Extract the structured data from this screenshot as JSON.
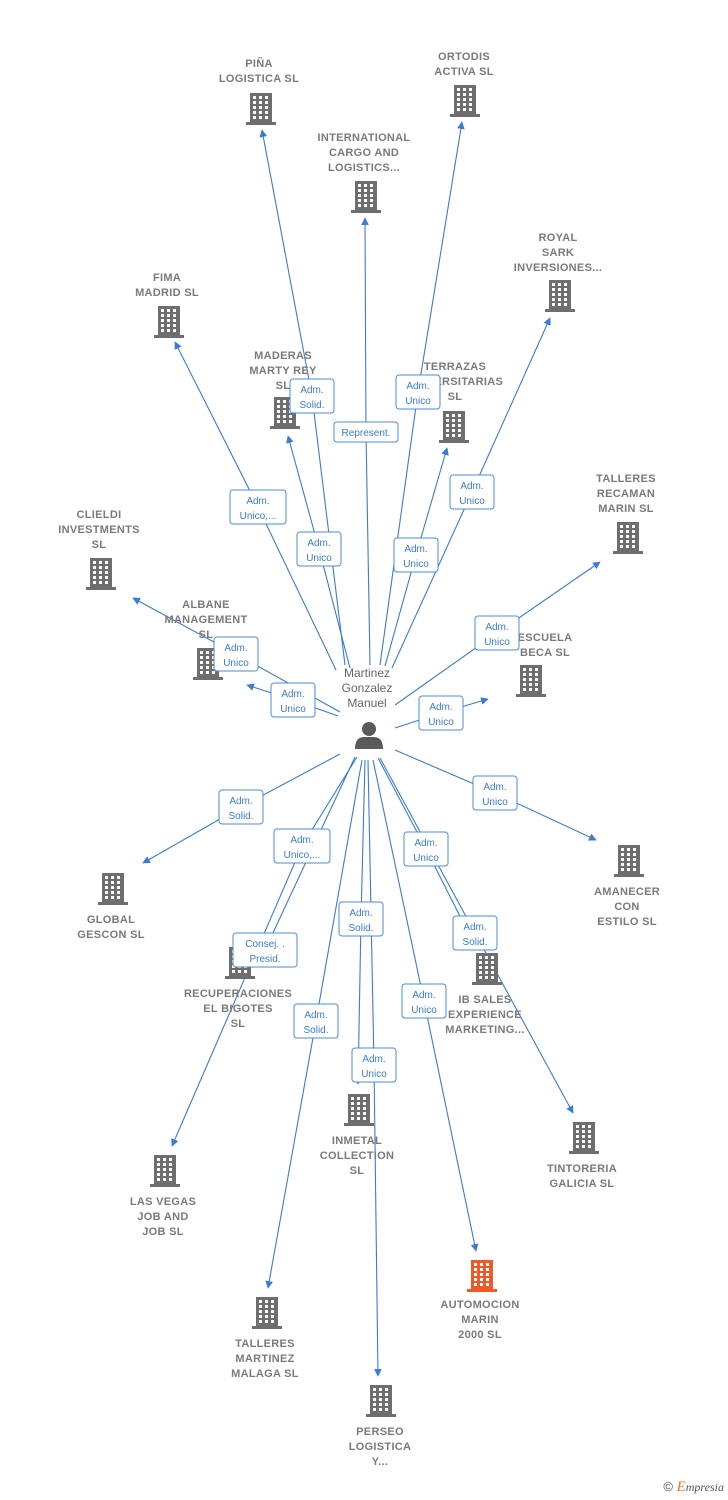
{
  "colors": {
    "edge": "#3a7bd5",
    "building": "#6e6e6e",
    "target_building": "#f05a28",
    "person": "#5a5a5a"
  },
  "person": {
    "name_lines": [
      "Martinez",
      "Gonzalez",
      "Manuel"
    ],
    "icon": "person-icon"
  },
  "companies": [
    {
      "id": "pina",
      "lines": [
        "PIÑA",
        "LOGISTICA SL"
      ]
    },
    {
      "id": "ortodis",
      "lines": [
        "ORTODIS",
        "ACTIVA  SL"
      ]
    },
    {
      "id": "intl_cargo",
      "lines": [
        "INTERNATIONAL",
        "CARGO AND",
        "LOGISTICS..."
      ]
    },
    {
      "id": "royal",
      "lines": [
        "ROYAL",
        "SARK",
        "INVERSIONES..."
      ]
    },
    {
      "id": "fima",
      "lines": [
        "FIMA",
        "MADRID SL"
      ]
    },
    {
      "id": "maderas",
      "lines": [
        "MADERAS",
        "MARTY REY",
        "SL"
      ]
    },
    {
      "id": "terrazas",
      "lines": [
        "TERRAZAS",
        "UNIVERSITARIAS",
        "SL"
      ]
    },
    {
      "id": "talleres_recaman",
      "lines": [
        "TALLERES",
        "RECAMAN",
        "MARIN  SL"
      ]
    },
    {
      "id": "clieldi",
      "lines": [
        "CLIELDI",
        "INVESTMENTS",
        "SL"
      ]
    },
    {
      "id": "albane",
      "lines": [
        "ALBANE",
        "MANAGEMENT",
        "SL"
      ]
    },
    {
      "id": "escuela",
      "lines": [
        "ESCUELA",
        "BECA  SL"
      ]
    },
    {
      "id": "global",
      "lines": [
        "GLOBAL",
        "GESCON SL"
      ]
    },
    {
      "id": "amanecer",
      "lines": [
        "AMANECER",
        "CON",
        "ESTILO  SL"
      ]
    },
    {
      "id": "recuperaciones",
      "lines": [
        "RECUPERACIONES",
        "EL BIGOTES",
        "SL"
      ]
    },
    {
      "id": "ib_sales",
      "lines": [
        "IB SALES",
        "EXPERIENCE",
        "MARKETING..."
      ]
    },
    {
      "id": "inmetal",
      "lines": [
        "INMETAL",
        "COLLECTION",
        "SL"
      ]
    },
    {
      "id": "tintoreria",
      "lines": [
        "TINTORERIA",
        "GALICIA  SL"
      ]
    },
    {
      "id": "las_vegas",
      "lines": [
        "LAS VEGAS",
        "JOB AND",
        "JOB SL"
      ]
    },
    {
      "id": "automocion",
      "lines": [
        "AUTOMOCION",
        "MARIN",
        "2000  SL"
      ],
      "highlight": true
    },
    {
      "id": "talleres_martinez",
      "lines": [
        "TALLERES",
        "MARTINEZ",
        "MALAGA  SL"
      ]
    },
    {
      "id": "perseo",
      "lines": [
        "PERSEO",
        "LOGISTICA",
        "Y..."
      ]
    }
  ],
  "roles": [
    {
      "to": "pina",
      "lines": [
        "Adm.",
        "Solid."
      ]
    },
    {
      "to": "intl_cargo",
      "lines": [
        "Represent."
      ]
    },
    {
      "to": "ortodis",
      "lines": [
        "Adm.",
        "Unico"
      ]
    },
    {
      "to": "royal",
      "lines": [
        "Adm.",
        "Unico"
      ]
    },
    {
      "to": "fima",
      "lines": [
        "Adm.",
        "Unico,..."
      ]
    },
    {
      "to": "maderas",
      "lines": [
        "Adm.",
        "Unico"
      ]
    },
    {
      "to": "terrazas",
      "lines": [
        "Adm.",
        "Unico"
      ]
    },
    {
      "to": "talleres_recaman",
      "lines": [
        "Adm.",
        "Unico"
      ]
    },
    {
      "to": "clieldi",
      "lines": [
        "Adm.",
        "Unico"
      ]
    },
    {
      "to": "albane",
      "lines": [
        "Adm.",
        "Unico"
      ]
    },
    {
      "to": "escuela",
      "lines": [
        "Adm.",
        "Unico"
      ]
    },
    {
      "to": "global",
      "lines": [
        "Adm.",
        "Solid."
      ]
    },
    {
      "to": "amanecer",
      "lines": [
        "Adm.",
        "Unico"
      ]
    },
    {
      "to": "las_vegas",
      "lines": [
        "Adm.",
        "Unico,..."
      ]
    },
    {
      "to": "recuperaciones",
      "lines": [
        "Consej. .",
        "Presid."
      ]
    },
    {
      "to": "inmetal",
      "lines": [
        "Adm.",
        "Solid."
      ]
    },
    {
      "to": "ib_sales",
      "lines": [
        "Adm.",
        "Unico"
      ]
    },
    {
      "to": "tintoreria",
      "lines": [
        "Adm.",
        "Solid."
      ]
    },
    {
      "to": "automocion",
      "lines": [
        "Adm.",
        "Unico"
      ]
    },
    {
      "to": "talleres_martinez",
      "lines": [
        "Adm.",
        "Solid."
      ]
    },
    {
      "to": "perseo",
      "lines": [
        "Adm.",
        "Unico"
      ]
    }
  ],
  "footer": {
    "copyright": "©",
    "brand_first": "E",
    "brand_rest": "mpresia"
  }
}
